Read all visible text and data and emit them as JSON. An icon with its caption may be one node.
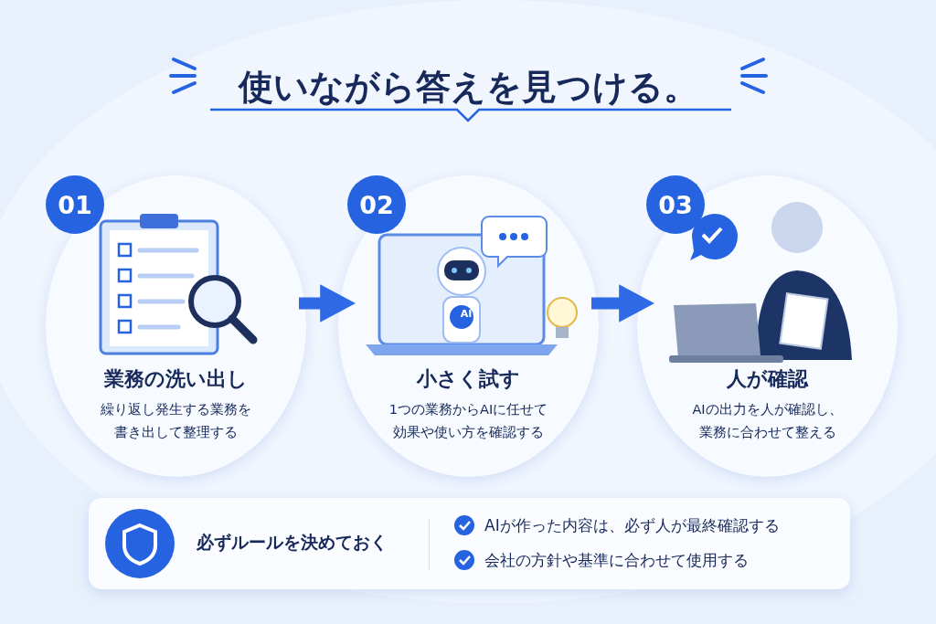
{
  "diagram": {
    "title": "使いながら答えを見つける。",
    "nodes": [
      {
        "text": [
          "01",
          "業務の洗い出し",
          "繰り返し発生する業務を書き出して整理する"
        ]
      },
      {
        "text": [
          "02",
          "小さく試す",
          "1つの業務からAIに任せて効果や使い方を確認する"
        ]
      },
      {
        "text": [
          "03",
          "人が確認",
          "AIの出力を人が確認し、業務に合わせて整える"
        ]
      },
      {
        "text": [
          "必ずルールを決めておく",
          "AIが作った内容は、必ず人が最終確認する",
          "会社の方針や基準に合わせて使用する"
        ]
      }
    ],
    "edges": [
      {
        "from": 0,
        "to": 1,
        "arrow": "to"
      },
      {
        "from": 1,
        "to": 2,
        "arrow": "to"
      }
    ],
    "labels": [
      "AI"
    ]
  }
}
